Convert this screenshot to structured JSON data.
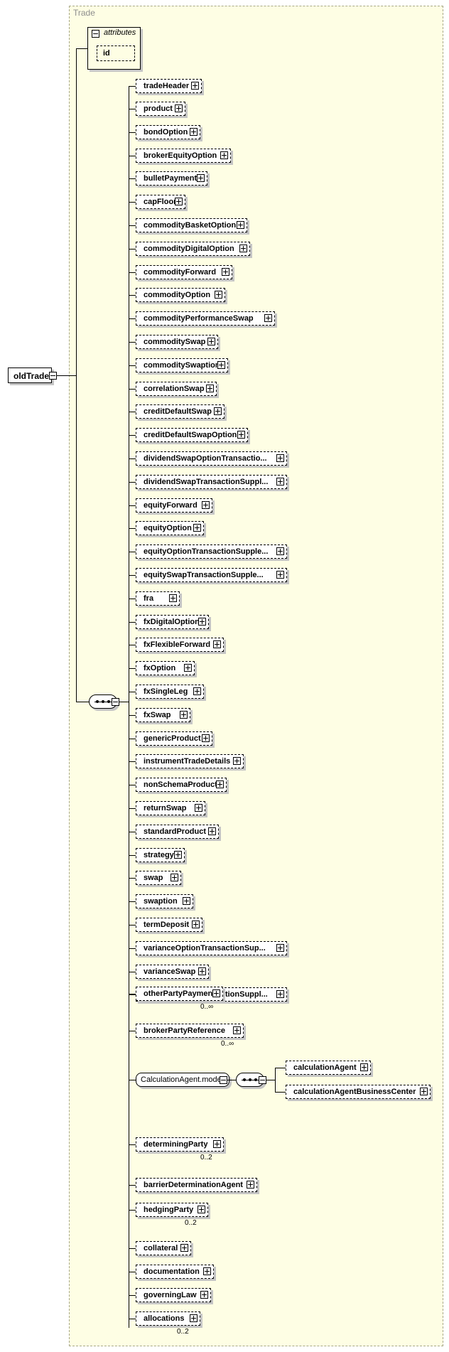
{
  "diagram": {
    "container_title": "Trade",
    "root": "oldTrade",
    "attributes_title": "attributes",
    "attribute_id": "id",
    "group_name": "CalculationAgent.model",
    "choice_items": [
      "product",
      "bondOption",
      "brokerEquityOption",
      "bulletPayment",
      "capFloor",
      "commodityBasketOption",
      "commodityDigitalOption",
      "commodityForward",
      "commodityOption",
      "commodityPerformanceSwap",
      "commoditySwap",
      "commoditySwaption",
      "correlationSwap",
      "creditDefaultSwap",
      "creditDefaultSwapOption",
      "dividendSwapOptionTransactio...",
      "dividendSwapTransactionSuppl...",
      "equityForward",
      "equityOption",
      "equityOptionTransactionSupple...",
      "equitySwapTransactionSupple...",
      "fra",
      "fxDigitalOption",
      "fxFlexibleForward",
      "fxOption",
      "fxSingleLeg",
      "fxSwap",
      "genericProduct",
      "instrumentTradeDetails",
      "nonSchemaProduct",
      "returnSwap",
      "standardProduct",
      "strategy",
      "swap",
      "swaption",
      "termDeposit",
      "varianceOptionTransactionSup...",
      "varianceSwap",
      "varianceSwapTransactionSuppl..."
    ],
    "trade_header": "tradeHeader",
    "other_party_payment": "otherPartyPayment",
    "other_party_payment_card": "0..∞",
    "broker_party_reference": "brokerPartyReference",
    "broker_party_reference_card": "0..∞",
    "calculation_agent": "calculationAgent",
    "calculation_agent_bc": "calculationAgentBusinessCenter",
    "determining_party": "determiningParty",
    "determining_party_card": "0..2",
    "barrier_determination_agent": "barrierDeterminationAgent",
    "hedging_party": "hedgingParty",
    "hedging_party_card": "0..2",
    "collateral": "collateral",
    "documentation": "documentation",
    "governing_law": "governingLaw",
    "allocations": "allocations",
    "allocations_card": "0..2"
  }
}
